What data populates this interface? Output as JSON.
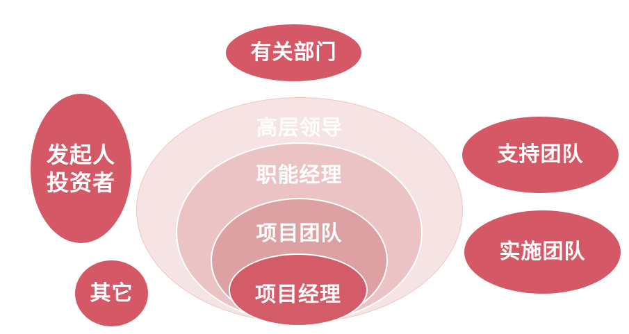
{
  "rings": {
    "outer": "高层领导",
    "second": "职能经理",
    "third": "项目团队",
    "core": "项目经理"
  },
  "bubbles": {
    "top": "有关部门",
    "left_line1": "发起人",
    "left_line2": "投资者",
    "bottom_left": "其它",
    "right_top": "支持团队",
    "right_bottom": "实施团队"
  },
  "colors": {
    "bubble": "#d45866",
    "ring_outer": "#f6e3e3",
    "ring_second": "#ecc3c4",
    "ring_third": "#dea1a3",
    "ring_core": "#d45b68"
  }
}
